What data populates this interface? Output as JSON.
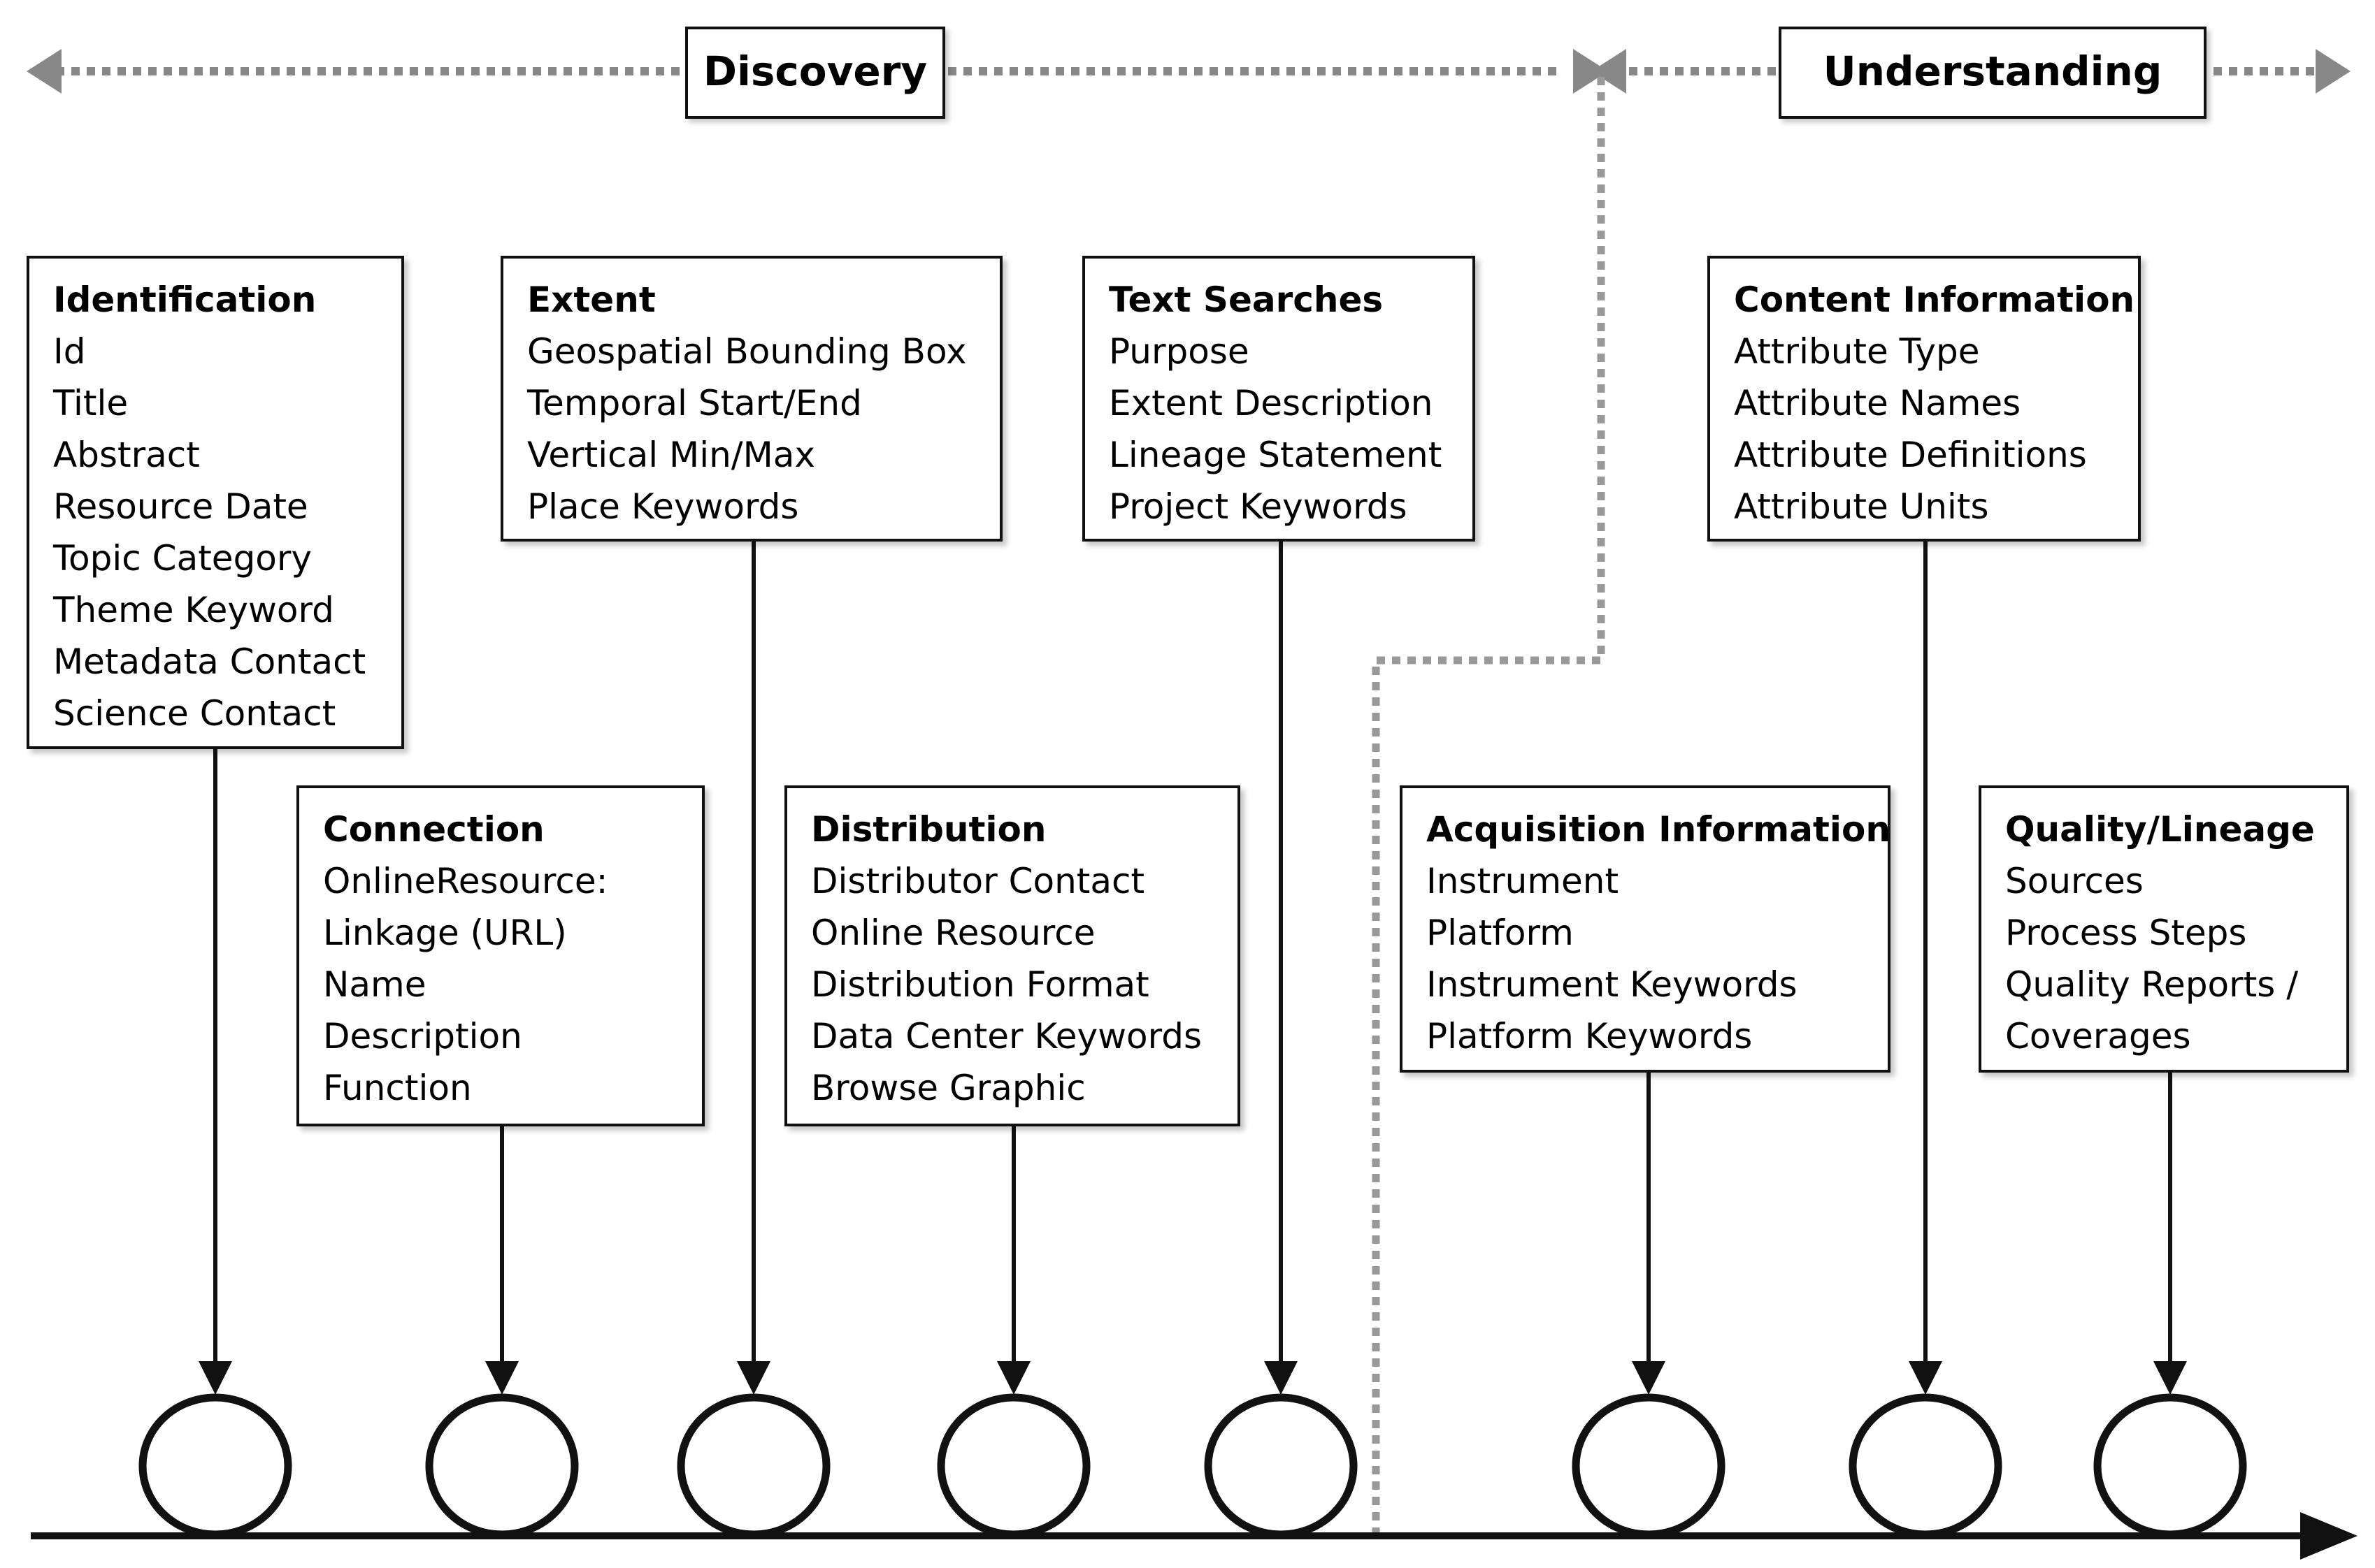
{
  "phases": {
    "discovery": "Discovery",
    "understanding": "Understanding"
  },
  "boxes": {
    "identification": {
      "title": "Identification",
      "items": [
        "Id",
        "Title",
        "Abstract",
        "Resource Date",
        "Topic Category",
        "Theme Keyword",
        "Metadata Contact",
        "Science Contact"
      ]
    },
    "extent": {
      "title": "Extent",
      "items": [
        "Geospatial Bounding Box",
        "Temporal Start/End",
        "Vertical Min/Max",
        "Place Keywords"
      ]
    },
    "text_searches": {
      "title": "Text Searches",
      "items": [
        "Purpose",
        "Extent Description",
        "Lineage Statement",
        "Project Keywords"
      ]
    },
    "content_information": {
      "title": "Content Information",
      "items": [
        "Attribute Type",
        "Attribute Names",
        "Attribute Definitions",
        "Attribute Units"
      ]
    },
    "connection": {
      "title": "Connection",
      "items": [
        "OnlineResource:",
        "Linkage (URL)",
        "Name",
        "Description",
        "Function"
      ]
    },
    "distribution": {
      "title": "Distribution",
      "items": [
        "Distributor Contact",
        "Online Resource",
        "Distribution Format",
        "Data Center Keywords",
        "Browse Graphic"
      ]
    },
    "acquisition_information": {
      "title": "Acquisition Information",
      "items": [
        "Instrument",
        "Platform",
        "Instrument Keywords",
        "Platform Keywords"
      ]
    },
    "quality_lineage": {
      "title": "Quality/Lineage",
      "items": [
        "Sources",
        "Process Steps",
        "Quality Reports /",
        "Coverages"
      ]
    }
  },
  "colors": {
    "line": "#111111",
    "dotted_boundary": "#999999",
    "phase_arrow": "#888888"
  }
}
